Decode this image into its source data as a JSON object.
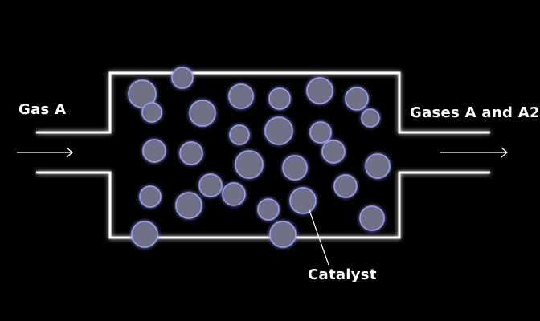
{
  "labels": {
    "inlet": "Gas A",
    "outlet": "Gases A and A2",
    "catalyst": "Catalyst"
  },
  "colors": {
    "background": "#000000",
    "wall": "#ffffff",
    "wall_glow": "#6a78ff",
    "particle_fill": "#6f6f86",
    "particle_stroke": "#9aa2ff",
    "text": "#ffffff"
  },
  "particles": {
    "shape": "circle"
  }
}
